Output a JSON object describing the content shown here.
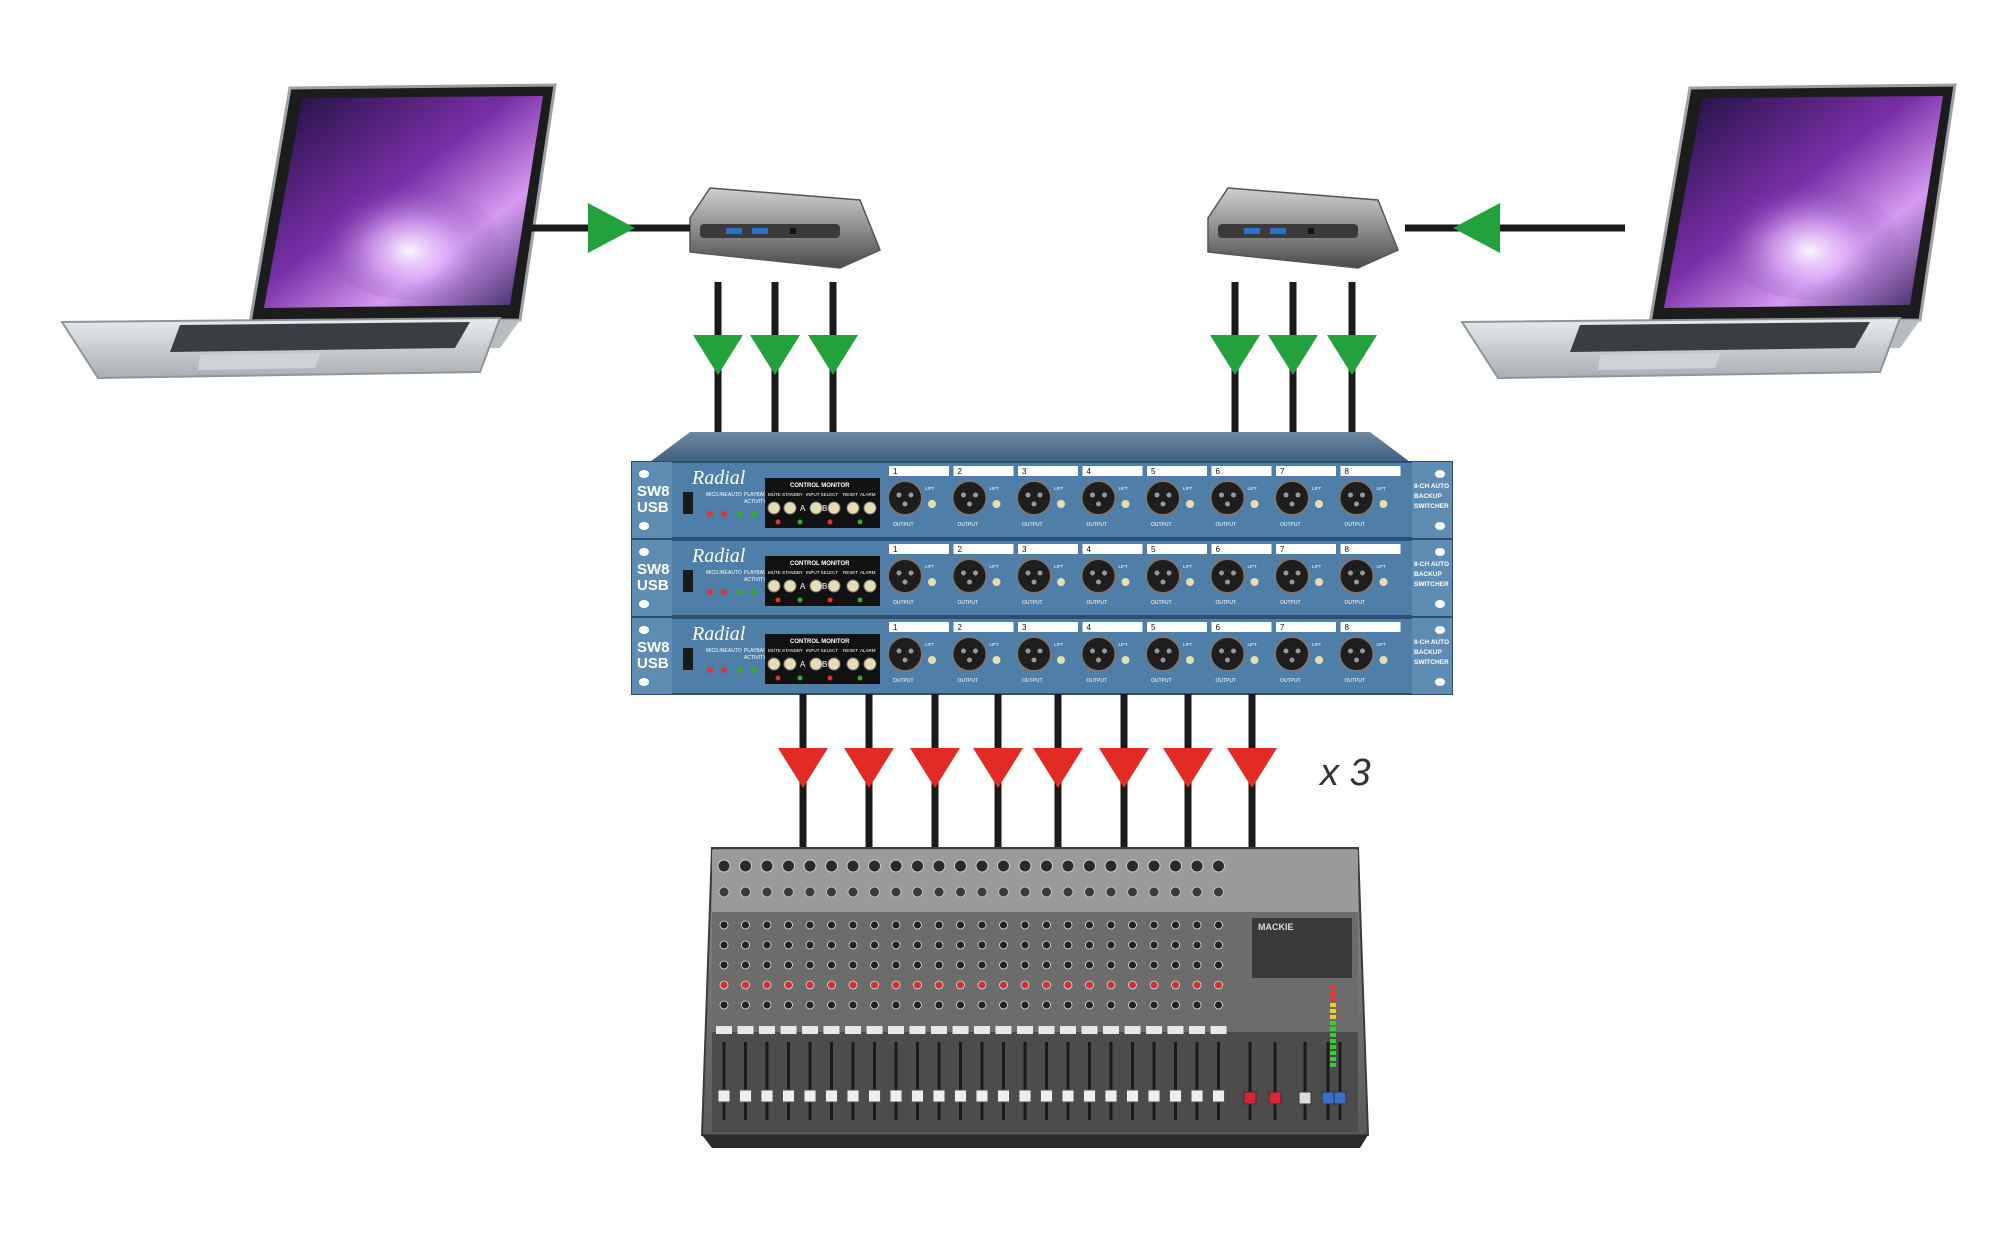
{
  "multiplier_label": "x 3",
  "unit": {
    "brand": "Radial",
    "model_line1": "SW8",
    "model_line2": "USB",
    "control_monitor": "CONTROL MONITOR",
    "small_labels": [
      "MIC/LINE",
      "AUTO",
      "PLAYBACK",
      "ACTIVITY"
    ],
    "control_labels": [
      "MUTE",
      "STANDBY",
      "INPUT SELECT",
      "RESET",
      "ALARM"
    ],
    "select_a": "A",
    "select_b": "B",
    "lift": "LIFT",
    "output": "OUTPUT",
    "channels": [
      "1",
      "2",
      "3",
      "4",
      "5",
      "6",
      "7",
      "8"
    ],
    "description": [
      "8-CH AUTO",
      "BACKUP",
      "SWITCHER"
    ]
  },
  "mixer": {
    "brand": "MACKIE"
  },
  "colors": {
    "usb_arrow": "#22a13c",
    "output_arrow": "#e22b24",
    "cable": "#1a1a1a",
    "rack_blue": "#4f7fa8",
    "rack_dark": "#2d4f72"
  }
}
